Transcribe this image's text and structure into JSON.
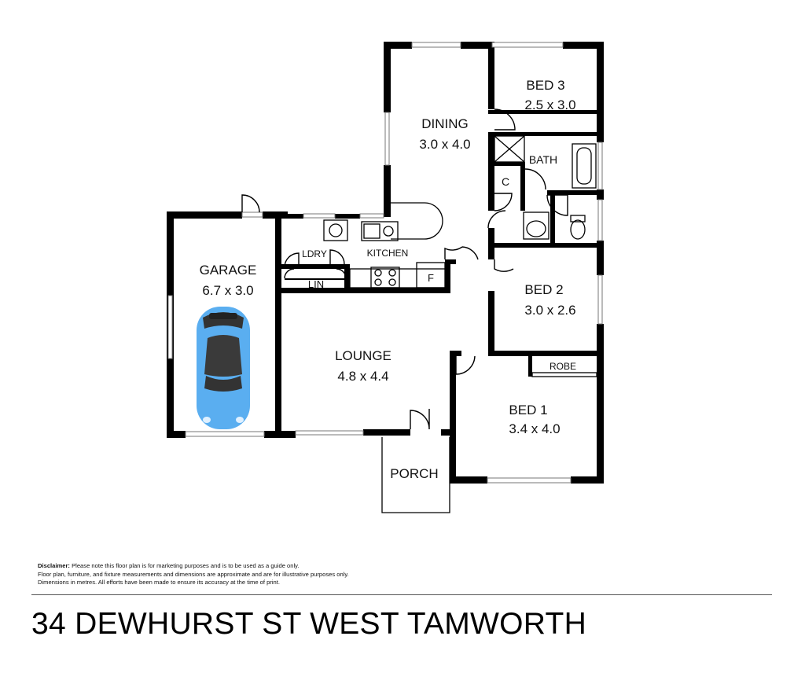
{
  "rooms": {
    "garage": {
      "name": "GARAGE",
      "dims": "6.7 x 3.0"
    },
    "dining": {
      "name": "DINING",
      "dims": "3.0 x 4.0"
    },
    "bed3": {
      "name": "BED 3",
      "dims": "2.5 x 3.0"
    },
    "bath": {
      "name": "BATH"
    },
    "cupboard": {
      "name": "C"
    },
    "laundry": {
      "name": "LDRY"
    },
    "kitchen": {
      "name": "KITCHEN"
    },
    "linen": {
      "name": "LIN"
    },
    "fridge": {
      "name": "F"
    },
    "bed2": {
      "name": "BED 2",
      "dims": "3.0 x 2.6"
    },
    "lounge": {
      "name": "LOUNGE",
      "dims": "4.8 x 4.4"
    },
    "robe": {
      "name": "ROBE"
    },
    "bed1": {
      "name": "BED 1",
      "dims": "3.4 x 4.0"
    },
    "porch": {
      "name": "PORCH"
    }
  },
  "disclaimer": {
    "label": "Disclaimer:",
    "line1": "Please note this floor plan is for marketing purposes and is to be used as a guide only.",
    "line2": "Floor plan, furniture, and fixture measurements and dimensions are approximate and are for illustrative purposes only.",
    "line3": "Dimensions in metres. All efforts have been made to ensure its accuracy at the time of print."
  },
  "address": "34 DEWHURST ST WEST TAMWORTH",
  "colors": {
    "wall": "#000000",
    "car": "#5aaef0",
    "window": "#888888"
  }
}
